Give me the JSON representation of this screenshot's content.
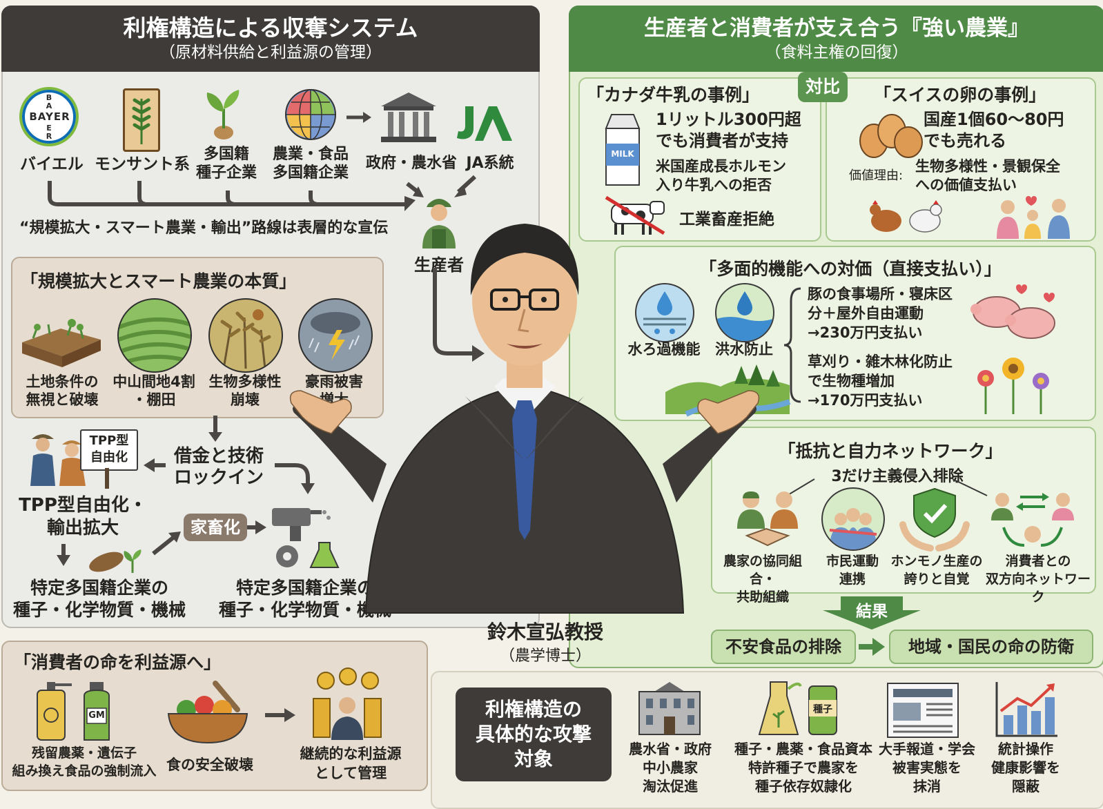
{
  "left_panel": {
    "title": "利権構造による収奪システム",
    "subtitle": "（原材料供給と利益源の管理）",
    "actors": [
      {
        "label": "バイエル",
        "icon": "bayer-logo"
      },
      {
        "label": "モンサント系",
        "icon": "wheat-icon"
      },
      {
        "label": "多国籍\n種子企業",
        "icon": "seedling-icon"
      },
      {
        "label": "農業・食品\n多国籍企業",
        "icon": "globe-icon"
      },
      {
        "label": "政府・農水省",
        "icon": "government-building-icon"
      },
      {
        "label": "JA系統",
        "icon": "ja-logo"
      }
    ],
    "bayer_logo_text": [
      "B",
      "A",
      "Y",
      "E",
      "R"
    ],
    "ja_logo_text": "JA",
    "propaganda": "“規模拡大・スマート農業・輸出”路線は表層的な宣伝",
    "producer": "生産者",
    "essence": {
      "title": "「規模拡大とスマート農業の本質」",
      "items": [
        {
          "label": "土地条件の\n無視と破壊",
          "icon": "barren-land-icon"
        },
        {
          "label": "中山間地4割\n・棚田",
          "icon": "terraced-field-icon"
        },
        {
          "label": "生物多様性\n崩壊",
          "icon": "withered-plants-icon"
        },
        {
          "label": "豪雨被害\n増大",
          "icon": "storm-icon"
        }
      ]
    },
    "tpp_sign": "TPP型\n自由化",
    "tpp_label": "TPP型自由化・\n輸出拡大",
    "debt_lock": "借金と技術\nロックイン",
    "domestication": "家畜化",
    "left_corp": "特定多国籍企業の\n種子・化学物質・機械",
    "right_corp": "特定多国籍企業の\n種子・化学物質・機械",
    "consumer": {
      "title": "「消費者の命を利益源へ」",
      "gm_label": "GM",
      "items": [
        {
          "label": "残留農薬・遺伝子\n組み換え食品の強制流入",
          "icon": "pesticide-bottle-icon"
        },
        {
          "label": "食の安全破壊",
          "icon": "salad-bowl-icon"
        },
        {
          "label": "継続的な利益源\nとして管理",
          "icon": "money-stack-icon"
        }
      ]
    }
  },
  "center": {
    "name": "鈴木宣弘教授",
    "title": "（農学博士）"
  },
  "right_panel": {
    "title": "生産者と消費者が支え合う『強い農業』",
    "subtitle": "（食料主権の回復）",
    "contrast": "対比",
    "canada": {
      "title": "「カナダ牛乳の事例」",
      "headline": "1リットル300円超\nでも消費者が支持",
      "detail": "米国産成長ホルモン\n入り牛乳への拒否",
      "refuse": "工業畜産拒絶",
      "milk_label": "MILK"
    },
    "swiss": {
      "title": "「スイスの卵の事例」",
      "headline": "国産1個60～80円\nでも売れる",
      "reason_label": "価値理由:",
      "reason": "生物多様性・景観保全\nへの価値支払い"
    },
    "multifunction": {
      "title": "「多面的機能への対価（直接支払い）」",
      "functions": [
        {
          "label": "水ろ過機能",
          "icon": "water-filter-icon"
        },
        {
          "label": "洪水防止",
          "icon": "flood-prevention-icon"
        }
      ],
      "payments": [
        "豚の食事場所・寝床区\n分＋屋外自由運動\n→230万円支払い",
        "草刈り・雑木林化防止\nで生物種増加\n→170万円支払い"
      ]
    },
    "resistance": {
      "title": "「抵抗と自力ネットワーク」",
      "subtitle": "3だけ主義侵入排除",
      "items": [
        {
          "label": "農家の協同組合・\n共助組織",
          "icon": "handshake-icon"
        },
        {
          "label": "市民運動\n連携",
          "icon": "citizens-icon"
        },
        {
          "label": "ホンモノ生産の\n誇りと自覚",
          "icon": "shield-hands-icon"
        },
        {
          "label": "消費者との\n双方向ネットワーク",
          "icon": "network-icon"
        }
      ]
    },
    "result": {
      "label": "結果",
      "items": [
        "不安食品の排除",
        "地域・国民の命の防衛"
      ]
    },
    "targets": {
      "title": "利権構造の\n具体的な攻撃\n対象",
      "seed_label": "種子",
      "items": [
        {
          "label": "農水省・政府\n中小農家\n淘汰促進",
          "icon": "ministry-building-icon"
        },
        {
          "label": "種子・農薬・食品資本\n特許種子で農家を\n種子依存奴隷化",
          "icon": "seed-chemical-icon"
        },
        {
          "label": "大手報道・学会\n被害実態を\n抹消",
          "icon": "newspaper-icon"
        },
        {
          "label": "統計操作\n健康影響を\n隠蔽",
          "icon": "chart-icon"
        }
      ]
    }
  },
  "colors": {
    "dark": "#3b3835",
    "green": "#4f8a46",
    "light_green": "#e4efd6",
    "beige": "#e8ddd0",
    "panel_gray": "#ececea"
  }
}
